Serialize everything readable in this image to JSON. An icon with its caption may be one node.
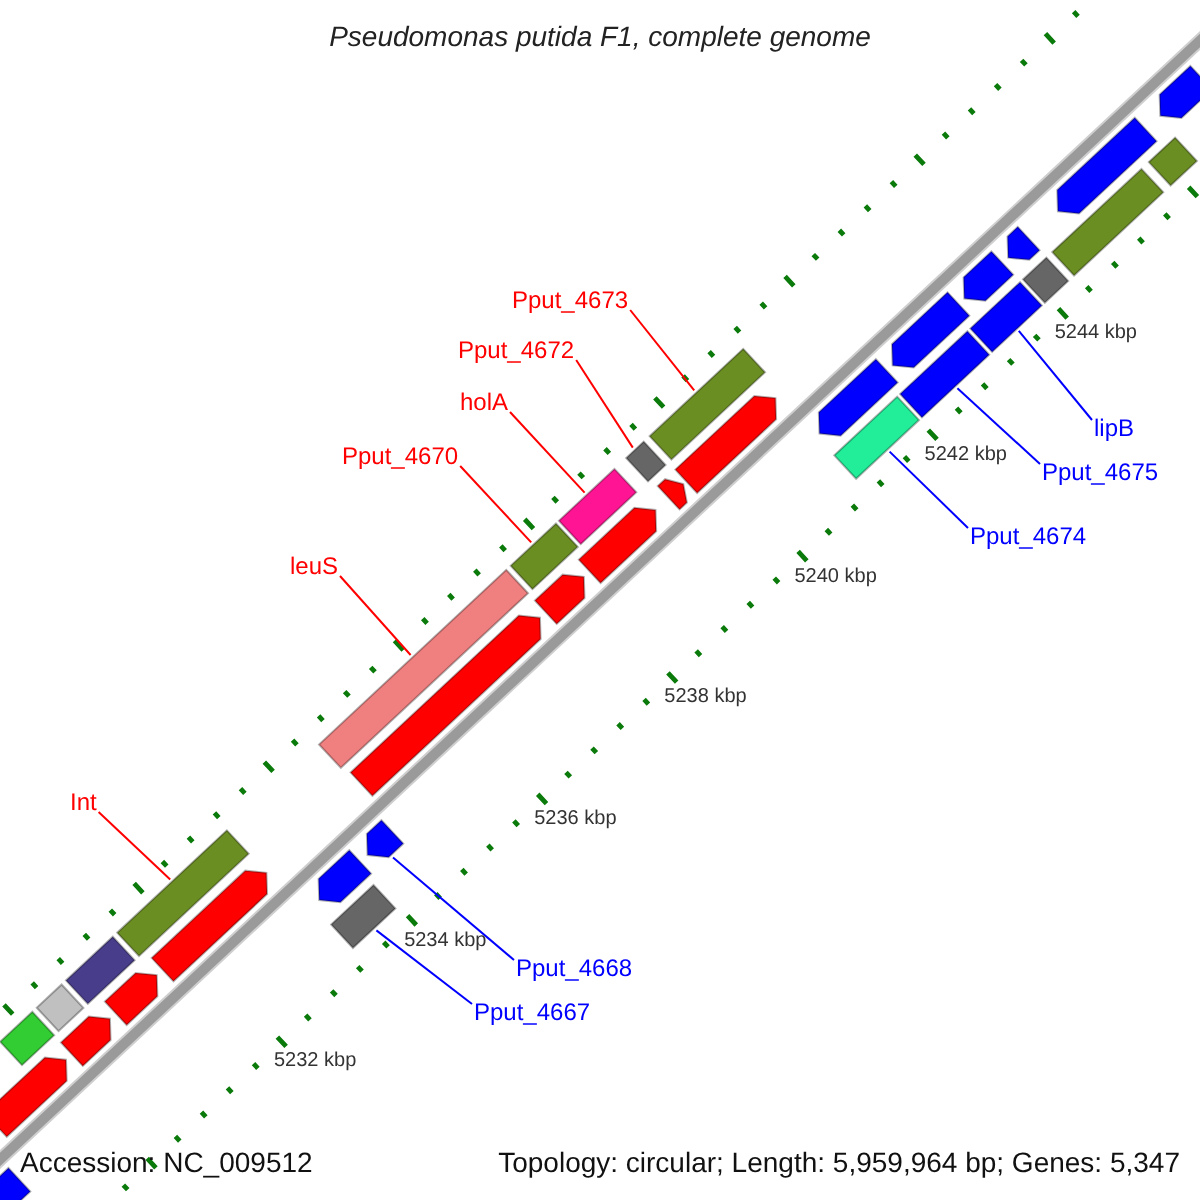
{
  "diagram": {
    "title": "Pseudomonas putida F1, complete genome",
    "nodes": [
      {
        "text": [
          "Pput_4673"
        ]
      },
      {
        "text": [
          "Pput_4672"
        ]
      },
      {
        "text": [
          "holA"
        ]
      },
      {
        "text": [
          "Pput_4670"
        ]
      },
      {
        "text": [
          "lipB"
        ]
      },
      {
        "text": [
          "leuS"
        ]
      },
      {
        "text": [
          "Pput_4675"
        ]
      },
      {
        "text": [
          "Pput_4674"
        ]
      },
      {
        "text": [
          "Int"
        ]
      },
      {
        "text": [
          "Pput_4668"
        ]
      },
      {
        "text": [
          "Pput_4667"
        ]
      },
      {
        "text": [],
        "shape": "pentagon"
      },
      {
        "text": [],
        "shape": "bar"
      },
      {
        "text": [],
        "shape": "pentagon"
      },
      {
        "text": [],
        "shape": "pentagon"
      },
      {
        "text": [],
        "shape": "bar"
      },
      {
        "text": [],
        "shape": "bar"
      },
      {
        "text": [],
        "shape": "pentagon"
      },
      {
        "text": [],
        "shape": "bar"
      },
      {
        "text": [],
        "shape": "pentagon"
      },
      {
        "text": [],
        "shape": "bar"
      },
      {
        "text": [],
        "shape": "pentagon"
      },
      {
        "text": [],
        "shape": "pentagon"
      },
      {
        "text": [],
        "shape": "bar"
      },
      {
        "text": [],
        "shape": "pentagon"
      },
      {
        "text": [],
        "shape": "pentagon"
      },
      {
        "text": [],
        "shape": "bar"
      },
      {
        "text": [],
        "shape": "pentagon"
      },
      {
        "text": [],
        "shape": "bar"
      },
      {
        "text": [],
        "shape": "bar"
      },
      {
        "text": [],
        "shape": "pentagon"
      },
      {
        "text": [],
        "shape": "pentagon"
      },
      {
        "text": [],
        "shape": "bar"
      },
      {
        "text": [],
        "shape": "bar"
      },
      {
        "text": [],
        "shape": "pentagon"
      },
      {
        "text": [],
        "shape": "bar"
      },
      {
        "text": [],
        "shape": "pentagon"
      },
      {
        "text": [],
        "shape": "bar"
      },
      {
        "text": [],
        "shape": "pentagon"
      },
      {
        "text": [],
        "shape": "bar"
      },
      {
        "text": [],
        "shape": "pentagon"
      },
      {
        "text": [],
        "shape": "bar"
      },
      {
        "text": [],
        "shape": "pentagon"
      },
      {
        "text": [],
        "shape": "bar"
      },
      {
        "text": [],
        "shape": "pentagon"
      }
    ],
    "edges": [
      {
        "from": 0,
        "to": 32,
        "arrow": "none"
      },
      {
        "from": 1,
        "to": 29,
        "arrow": "none"
      },
      {
        "from": 2,
        "to": 28,
        "arrow": "none"
      },
      {
        "from": 3,
        "to": 26,
        "arrow": "none"
      },
      {
        "from": 4,
        "to": 37,
        "arrow": "none",
        "color": "#0000ff"
      },
      {
        "from": 5,
        "to": 23,
        "arrow": "none"
      },
      {
        "from": 6,
        "to": 35,
        "arrow": "none",
        "color": "#0000ff"
      },
      {
        "from": 7,
        "to": 33,
        "arrow": "none",
        "color": "#0000ff"
      },
      {
        "from": 8,
        "to": 18,
        "arrow": "none"
      },
      {
        "from": 9,
        "to": 22,
        "arrow": "none",
        "color": "#0000ff"
      },
      {
        "from": 10,
        "to": 20,
        "arrow": "none",
        "color": "#0000ff"
      }
    ],
    "labels": [
      "5244 kbp",
      "5242 kbp",
      "5240 kbp",
      "5238 kbp",
      "5236 kbp",
      "5234 kbp",
      "5232 kbp",
      "Accession: NC_009512",
      "Topology: circular; Length: 5,959,964 bp; Genes: 5,347"
    ]
  }
}
